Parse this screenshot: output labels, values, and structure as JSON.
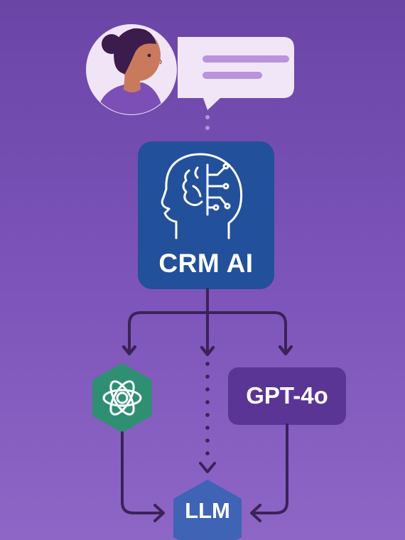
{
  "diagram": {
    "user_node": {
      "avatar_icon": "woman-avatar-icon",
      "message_icon": "chat-bubble-icon"
    },
    "crm_node": {
      "label": "CRM AI",
      "icon": "brain-head-icon",
      "color": "#23509a"
    },
    "openai_node": {
      "icon": "openai-logo-icon",
      "color": "#2f8f72"
    },
    "gpt_node": {
      "label": "GPT-4o",
      "color": "#5b3596"
    },
    "llm_node": {
      "label": "LLM",
      "color": "#3f63b5"
    },
    "colors": {
      "background_top": "#6a45a6",
      "background_bottom": "#8e66c6",
      "connector": "#3a2358",
      "bubble": "#f1e6f7",
      "bubble_lines": "#b993dc"
    }
  }
}
